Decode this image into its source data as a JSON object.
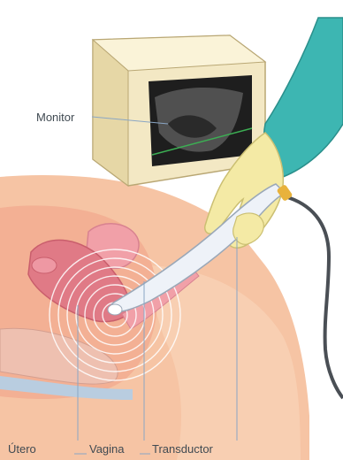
{
  "labels": {
    "monitor": "Monitor",
    "utero": "Útero",
    "vagina": "Vagina",
    "transductor": "Transductor"
  },
  "colors": {
    "skin": "#f6c4a4",
    "skin_dark": "#e9a27f",
    "tissue_pink": "#f1a0a8",
    "uterus_red": "#e07a86",
    "monitor_case": "#f3e8c4",
    "monitor_edge": "#b9a774",
    "screen_dark": "#1e1e1e",
    "sleeve_teal": "#3db6b2",
    "glove_yellow": "#f4eaa5",
    "probe_white": "#eef2f8",
    "cable_gray": "#4a4f55",
    "leader_line": "#8aa6c4"
  }
}
